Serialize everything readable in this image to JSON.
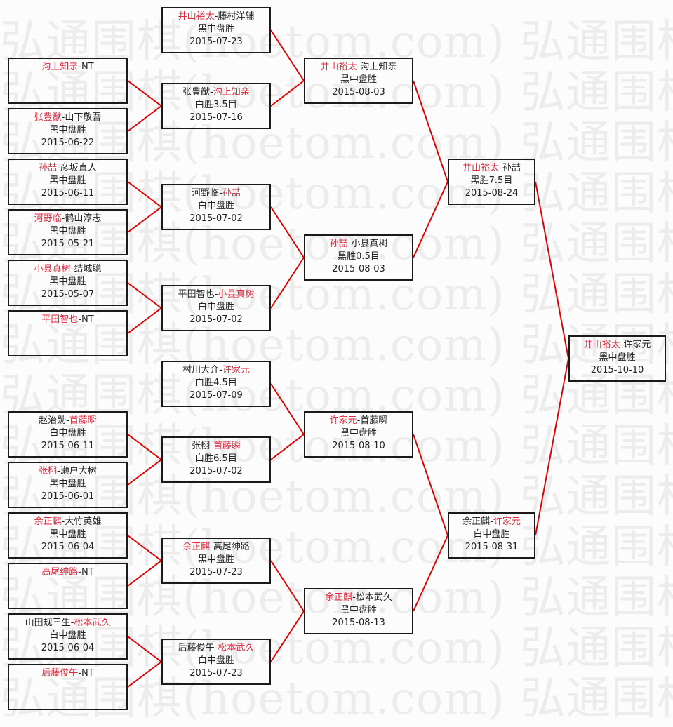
{
  "watermark": "弘通围棋(hoetom.com) 弘通围棋(hoetom.com)",
  "colors": {
    "winner_text": "#e0283c",
    "connector": "#e00000",
    "border": "#1a1a1a"
  },
  "rounds": [
    {
      "name": "round-1",
      "matches": [
        {
          "p1": "沟上知亲",
          "p2": "NT",
          "winner": 1,
          "result": "",
          "date": ""
        },
        {
          "p1": "张豊猷",
          "p2": "山下敬吾",
          "winner": 1,
          "result": "黑中盘胜",
          "date": "2015-06-22"
        },
        {
          "p1": "孙喆",
          "p2": "彦坂直人",
          "winner": 1,
          "result": "黑中盘胜",
          "date": "2015-06-11"
        },
        {
          "p1": "河野临",
          "p2": "鹤山淳志",
          "winner": 1,
          "result": "黑中盘胜",
          "date": "2015-05-21"
        },
        {
          "p1": "小县真树",
          "p2": "结城聪",
          "winner": 1,
          "result": "黑中盘胜",
          "date": "2015-05-07"
        },
        {
          "p1": "平田智也",
          "p2": "NT",
          "winner": 1,
          "result": "",
          "date": ""
        },
        {
          "p1": "赵治勋",
          "p2": "首藤瞬",
          "winner": 2,
          "result": "白中盘胜",
          "date": "2015-06-11"
        },
        {
          "p1": "张栩",
          "p2": "濑户大树",
          "winner": 1,
          "result": "黑中盘胜",
          "date": "2015-06-01"
        },
        {
          "p1": "余正麒",
          "p2": "大竹英雄",
          "winner": 1,
          "result": "黑中盘胜",
          "date": "2015-06-04"
        },
        {
          "p1": "高尾绅路",
          "p2": "NT",
          "winner": 1,
          "result": "",
          "date": ""
        },
        {
          "p1": "山田规三生",
          "p2": "松本武久",
          "winner": 2,
          "result": "白中盘胜",
          "date": "2015-06-04"
        },
        {
          "p1": "后藤俊午",
          "p2": "NT",
          "winner": 1,
          "result": "",
          "date": ""
        }
      ]
    },
    {
      "name": "round-2",
      "matches": [
        {
          "p1": "井山裕太",
          "p2": "藤村洋辅",
          "winner": 1,
          "result": "黑中盘胜",
          "date": "2015-07-23"
        },
        {
          "p1": "张豊猷",
          "p2": "沟上知亲",
          "winner": 2,
          "result": "白胜3.5目",
          "date": "2015-07-16"
        },
        {
          "p1": "河野临",
          "p2": "孙喆",
          "winner": 2,
          "result": "白中盘胜",
          "date": "2015-07-02"
        },
        {
          "p1": "平田智也",
          "p2": "小县真树",
          "winner": 2,
          "result": "白中盘胜",
          "date": "2015-07-02"
        },
        {
          "p1": "村川大介",
          "p2": "许家元",
          "winner": 2,
          "result": "白胜4.5目",
          "date": "2015-07-09"
        },
        {
          "p1": "张栩",
          "p2": "首藤瞬",
          "winner": 2,
          "result": "白胜6.5目",
          "date": "2015-07-02"
        },
        {
          "p1": "余正麒",
          "p2": "高尾绅路",
          "winner": 1,
          "result": "黑中盘胜",
          "date": "2015-07-23"
        },
        {
          "p1": "后藤俊午",
          "p2": "松本武久",
          "winner": 2,
          "result": "白中盘胜",
          "date": "2015-07-23"
        }
      ]
    },
    {
      "name": "quarterfinal",
      "matches": [
        {
          "p1": "井山裕太",
          "p2": "沟上知亲",
          "winner": 1,
          "result": "黑中盘胜",
          "date": "2015-08-03"
        },
        {
          "p1": "孙喆",
          "p2": "小县真树",
          "winner": 1,
          "result": "黑胜0.5目",
          "date": "2015-08-03"
        },
        {
          "p1": "许家元",
          "p2": "首藤瞬",
          "winner": 1,
          "result": "黑中盘胜",
          "date": "2015-08-10"
        },
        {
          "p1": "余正麒",
          "p2": "松本武久",
          "winner": 1,
          "result": "黑中盘胜",
          "date": "2015-08-13"
        }
      ]
    },
    {
      "name": "semifinal",
      "matches": [
        {
          "p1": "井山裕太",
          "p2": "孙喆",
          "winner": 1,
          "result": "黑胜7.5目",
          "date": "2015-08-24"
        },
        {
          "p1": "余正麒",
          "p2": "许家元",
          "winner": 2,
          "result": "白中盘胜",
          "date": "2015-08-31"
        }
      ]
    },
    {
      "name": "final",
      "matches": [
        {
          "p1": "井山裕太",
          "p2": "许家元",
          "winner": 1,
          "result": "黑中盘胜",
          "date": "2015-10-10"
        }
      ]
    }
  ]
}
